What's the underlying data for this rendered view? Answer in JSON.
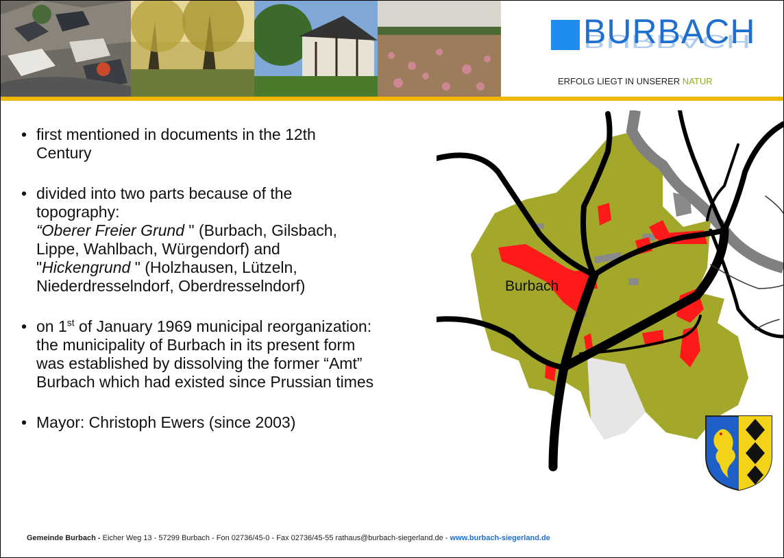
{
  "brand": {
    "name": "BURBACH",
    "tagline_prefix": "ERFOLG LIEGT IN UNSERER ",
    "tagline_highlight": "NATUR",
    "accent_blue": "#1f8ded",
    "accent_gold": "#f2b500",
    "accent_green": "#8bb017"
  },
  "bullets": [
    {
      "lines": [
        " first mentioned in documents in the 12th",
        "Century"
      ]
    },
    {
      "lines": [
        "divided  into two parts because of the",
        "topography:"
      ],
      "oberer_italic": "“Oberer Freier Grund",
      "oberer_rest": " \" (Burbach, Gilsbach,",
      "oberer_line2": "Lippe, Wahlbach, Würgendorf) and",
      "hicken_open": "\"",
      "hicken_italic": "Hickengrund",
      "hicken_rest": " \" (Holzhausen, Lützeln,",
      "hicken_line2": "Niederdresselndorf, Oberdresselndorf)"
    },
    {
      "pre": "on 1",
      "sup": "st",
      "post": " of January 1969 municipal reorganization:",
      "lines": [
        "the municipality of Burbach in its present form",
        "was established by dissolving the former “Amt”",
        "Burbach which had existed since Prussian times"
      ]
    },
    {
      "lines": [
        "Mayor: Christoph Ewers (since 2003)"
      ]
    }
  ],
  "map": {
    "label": "Burbach",
    "fill_color": "#a4a82a",
    "settlement_color": "#ff0000",
    "river_color": "#808080"
  },
  "footer": {
    "org": "Gemeinde Burbach -",
    "address": " Eicher Weg 13 - 57299 Burbach - Fon 02736/45-0 - Fax 02736/45-55 rathaus@burbach-siegerland.de - ",
    "website": "www.burbach-siegerland.de"
  }
}
